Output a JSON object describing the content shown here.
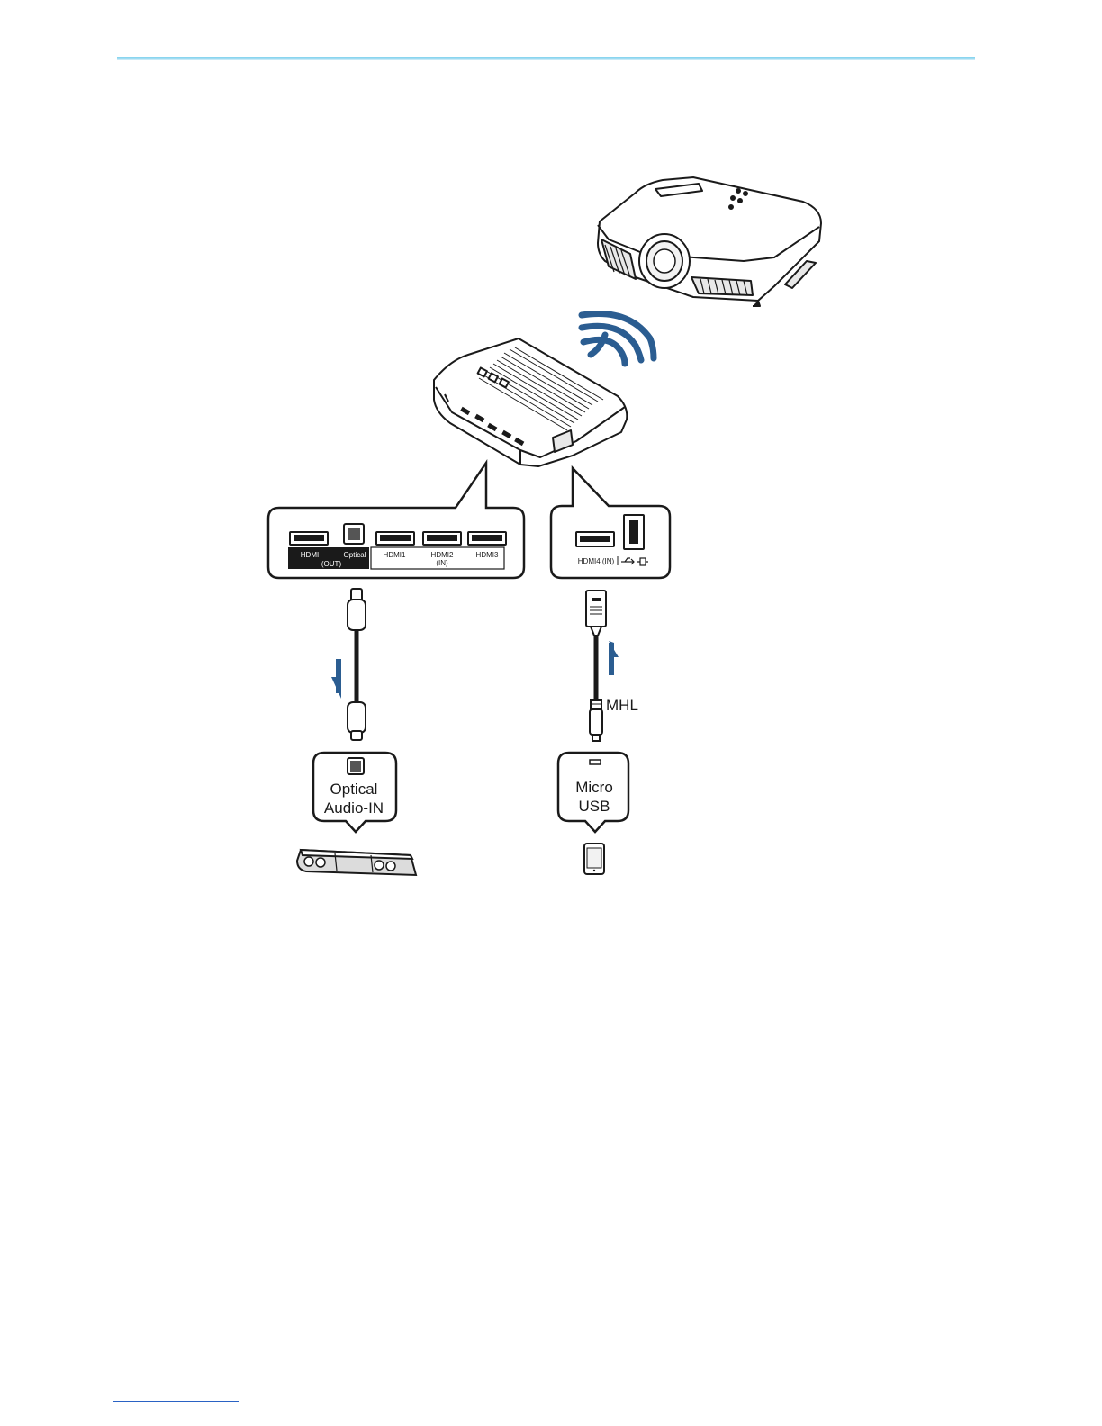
{
  "colors": {
    "accent": "#7fd2ee",
    "arrow": "#2b5d91",
    "line": "#1a1a1a"
  },
  "panel_left": {
    "ports": [
      {
        "label": "HDMI",
        "sub": "(OUT)",
        "icon": "hdmi-port-icon"
      },
      {
        "label": "Optical",
        "icon": "optical-port-icon"
      },
      {
        "label": "HDMI1",
        "icon": "hdmi-port-icon"
      },
      {
        "label": "HDMI2",
        "sub": "(IN)",
        "icon": "hdmi-port-icon"
      },
      {
        "label": "HDMI3",
        "icon": "hdmi-port-icon"
      }
    ]
  },
  "panel_right": {
    "ports": [
      {
        "label": "HDMI4 (IN)",
        "icon": "hdmi-port-icon"
      },
      {
        "label": "",
        "icon": "usb-power-port-icon"
      }
    ]
  },
  "callout_left": {
    "line1": "Optical",
    "line2": "Audio-IN"
  },
  "callout_right": {
    "line1": "Micro",
    "line2": "USB"
  },
  "cable_right_label": "MHL",
  "icons": [
    "projector-icon",
    "wireless-signal-icon",
    "media-box-icon",
    "optical-cable-icon",
    "mhl-cable-icon",
    "soundbar-icon",
    "smartphone-icon",
    "arrow-down-icon",
    "arrow-up-icon"
  ]
}
